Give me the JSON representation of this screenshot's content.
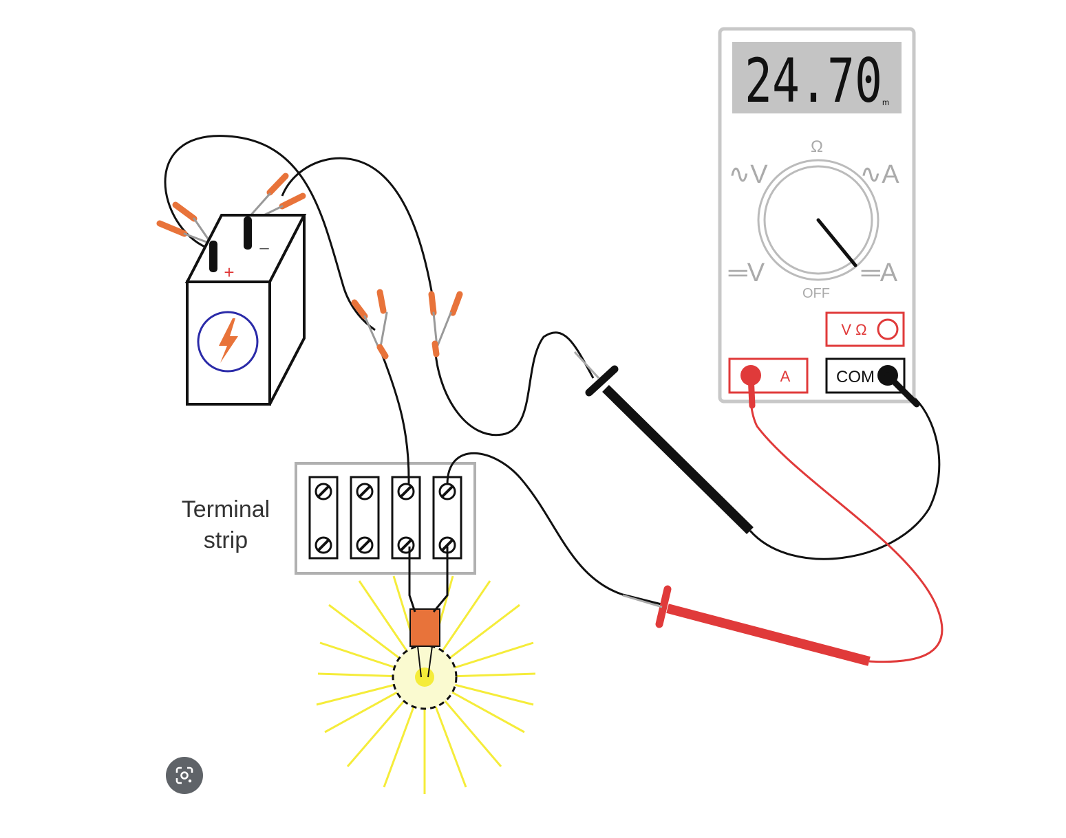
{
  "diagram": {
    "terminal_strip_label_line1": "Terminal",
    "terminal_strip_label_line2": "strip"
  },
  "battery": {
    "positive_symbol": "+",
    "negative_symbol": "–"
  },
  "multimeter": {
    "display_reading": "24.70",
    "display_unit": "m",
    "dial": {
      "ohm": "Ω",
      "ac_volts": "∿V",
      "ac_amps": "∿A",
      "dc_volts": "═V",
      "dc_amps": "═A",
      "off": "OFF"
    },
    "jacks": {
      "amps": "A",
      "volt_ohm": "V Ω",
      "com": "COM"
    }
  },
  "colors": {
    "wire": "#111111",
    "clip": "#e8733a",
    "probe_red": "#e03a3a",
    "bulb_rays": "#f5ec3a",
    "battery_bolt": "#e8733a",
    "battery_circle": "#2a2aa8",
    "jack_border": "#e03a3a"
  },
  "overlay": {
    "lens_icon": "lens-icon"
  }
}
